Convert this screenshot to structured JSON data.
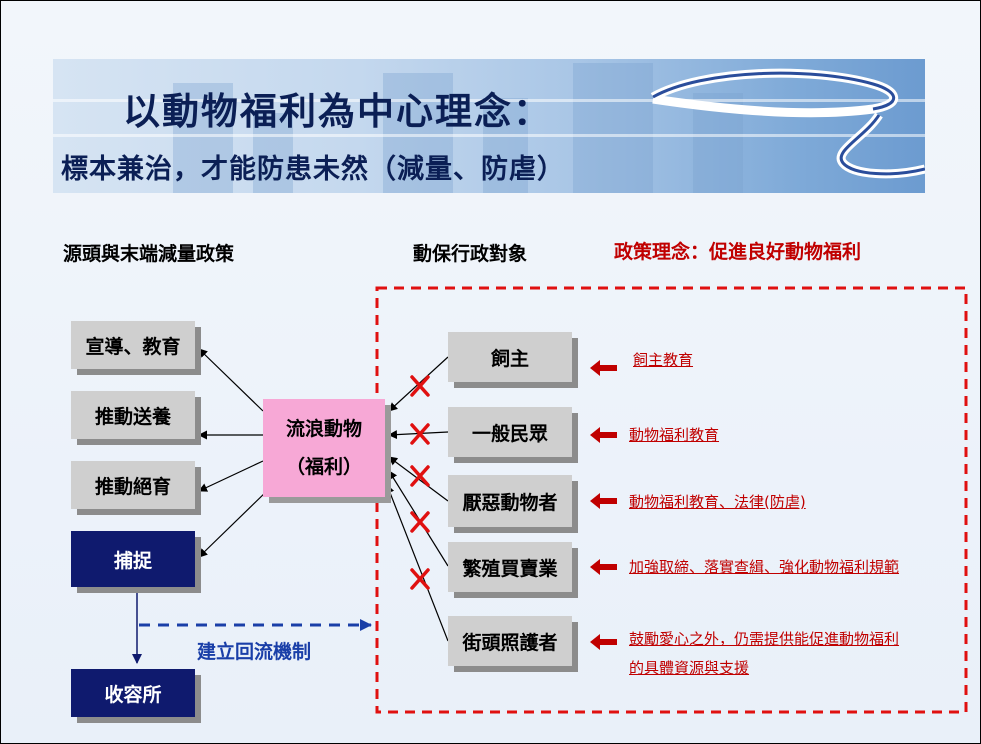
{
  "title": {
    "main": "以動物福利為中心理念：",
    "sub": "標本兼治，才能防患未然（減量、防虐）"
  },
  "headings": {
    "left": "源頭與末端減量政策",
    "middle": "動保行政對象",
    "right": "政策理念：促進良好動物福利"
  },
  "left_boxes": {
    "advocacy": "宣導、教育",
    "adoption": "推動送養",
    "neuter": "推動絕育",
    "capture": "捕捉",
    "shelter": "收容所"
  },
  "center": {
    "line1": "流浪動物",
    "line2": "（福利）"
  },
  "targets": {
    "owner": "飼主",
    "public": "一般民眾",
    "haters": "厭惡動物者",
    "breeding": "繁殖買賣業",
    "caregivers": "街頭照護者"
  },
  "policies": {
    "owner": "飼主教育",
    "public": "動物福利教育",
    "haters": "動物福利教育、法律(防虐)",
    "breeding": "加強取締、落實查緝、強化動物福利規範",
    "caregivers_line1": "鼓勵愛心之外，仍需提供能促進動物福利",
    "caregivers_line2": "的具體資源與支援"
  },
  "backflow_label": "建立回流機制",
  "colors": {
    "navy": "#0f1a6e",
    "pink": "#f7a8d6",
    "gray": "#cfcfcf",
    "red": "#c00000",
    "dashed_blue": "#1a3fa8"
  }
}
